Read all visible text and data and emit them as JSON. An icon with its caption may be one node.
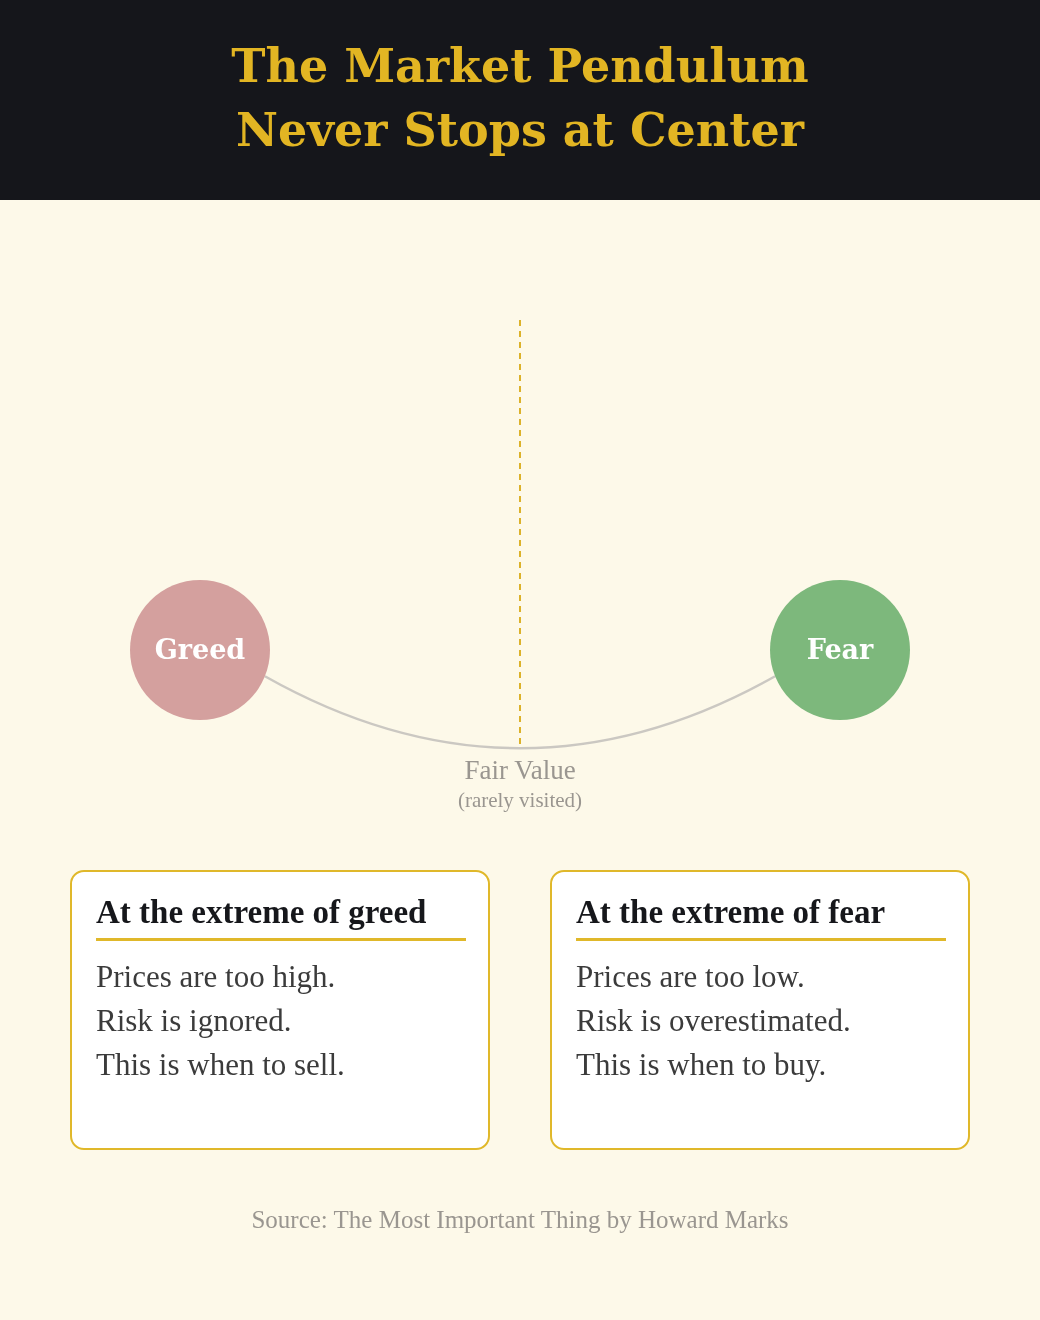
{
  "diagram": {
    "title": "The Market Pendulum Never Stops at Center",
    "nodes": [
      {
        "text": [
          "Greed"
        ]
      },
      {
        "text": [
          "Fear"
        ]
      },
      {
        "text": [
          "At the extreme of greed",
          "Prices are too high.",
          "Risk is ignored.",
          "This is when to sell."
        ]
      },
      {
        "text": [
          "At the extreme of fear",
          "Prices are too low.",
          "Risk is overestimated.",
          "This is when to buy."
        ]
      }
    ],
    "edges": [
      {
        "from": 0,
        "to": 1,
        "arrow": "none"
      }
    ],
    "labels": [
      "Fair Value",
      "(rarely visited)",
      "Source: The Most Important Thing by Howard Marks"
    ]
  }
}
